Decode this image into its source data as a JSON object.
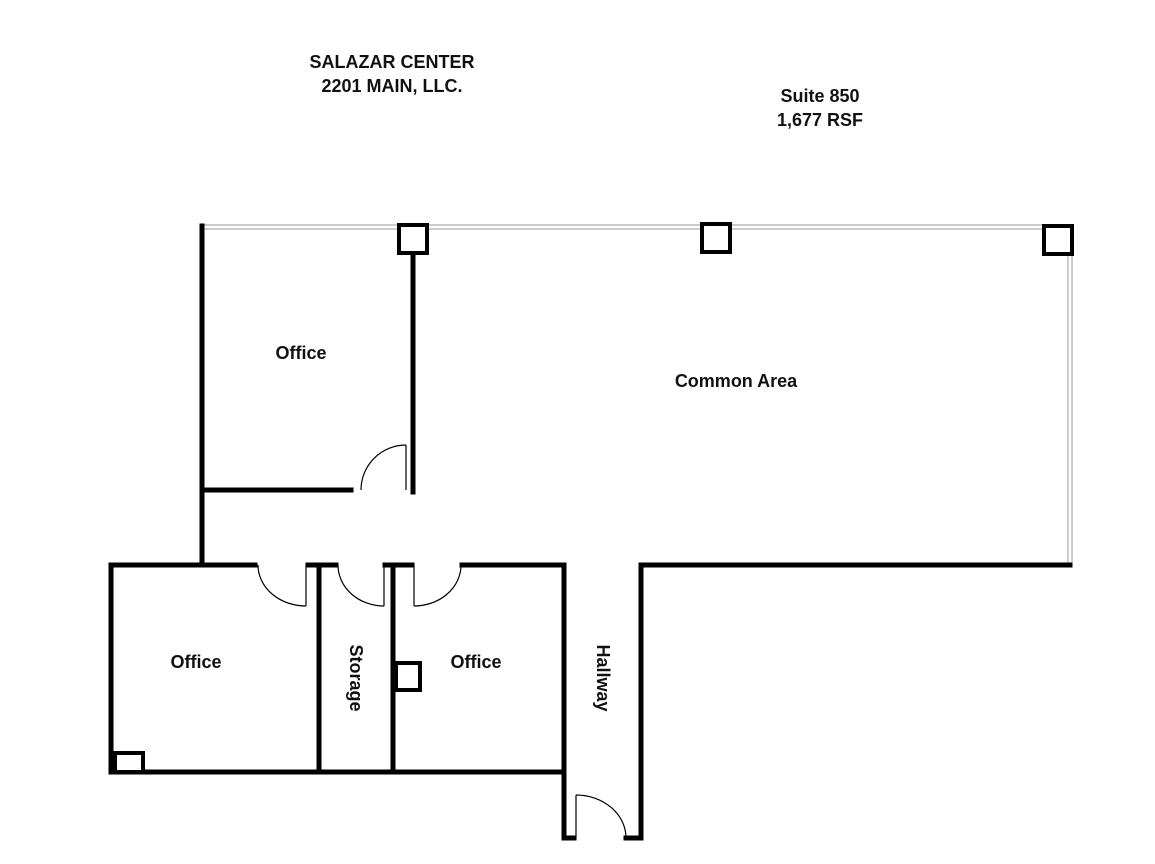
{
  "header": {
    "building_name": "SALAZAR CENTER",
    "owner": "2201 MAIN, LLC.",
    "suite": "Suite 850",
    "area": "1,677 RSF"
  },
  "rooms": {
    "office_top": "Office",
    "common_area": "Common Area",
    "office_bottom_left": "Office",
    "storage": "Storage",
    "office_bottom_mid": "Office",
    "hallway": "Hallway"
  },
  "colors": {
    "wall": "#000000",
    "window": "#9a9a9a",
    "background": "#ffffff"
  }
}
